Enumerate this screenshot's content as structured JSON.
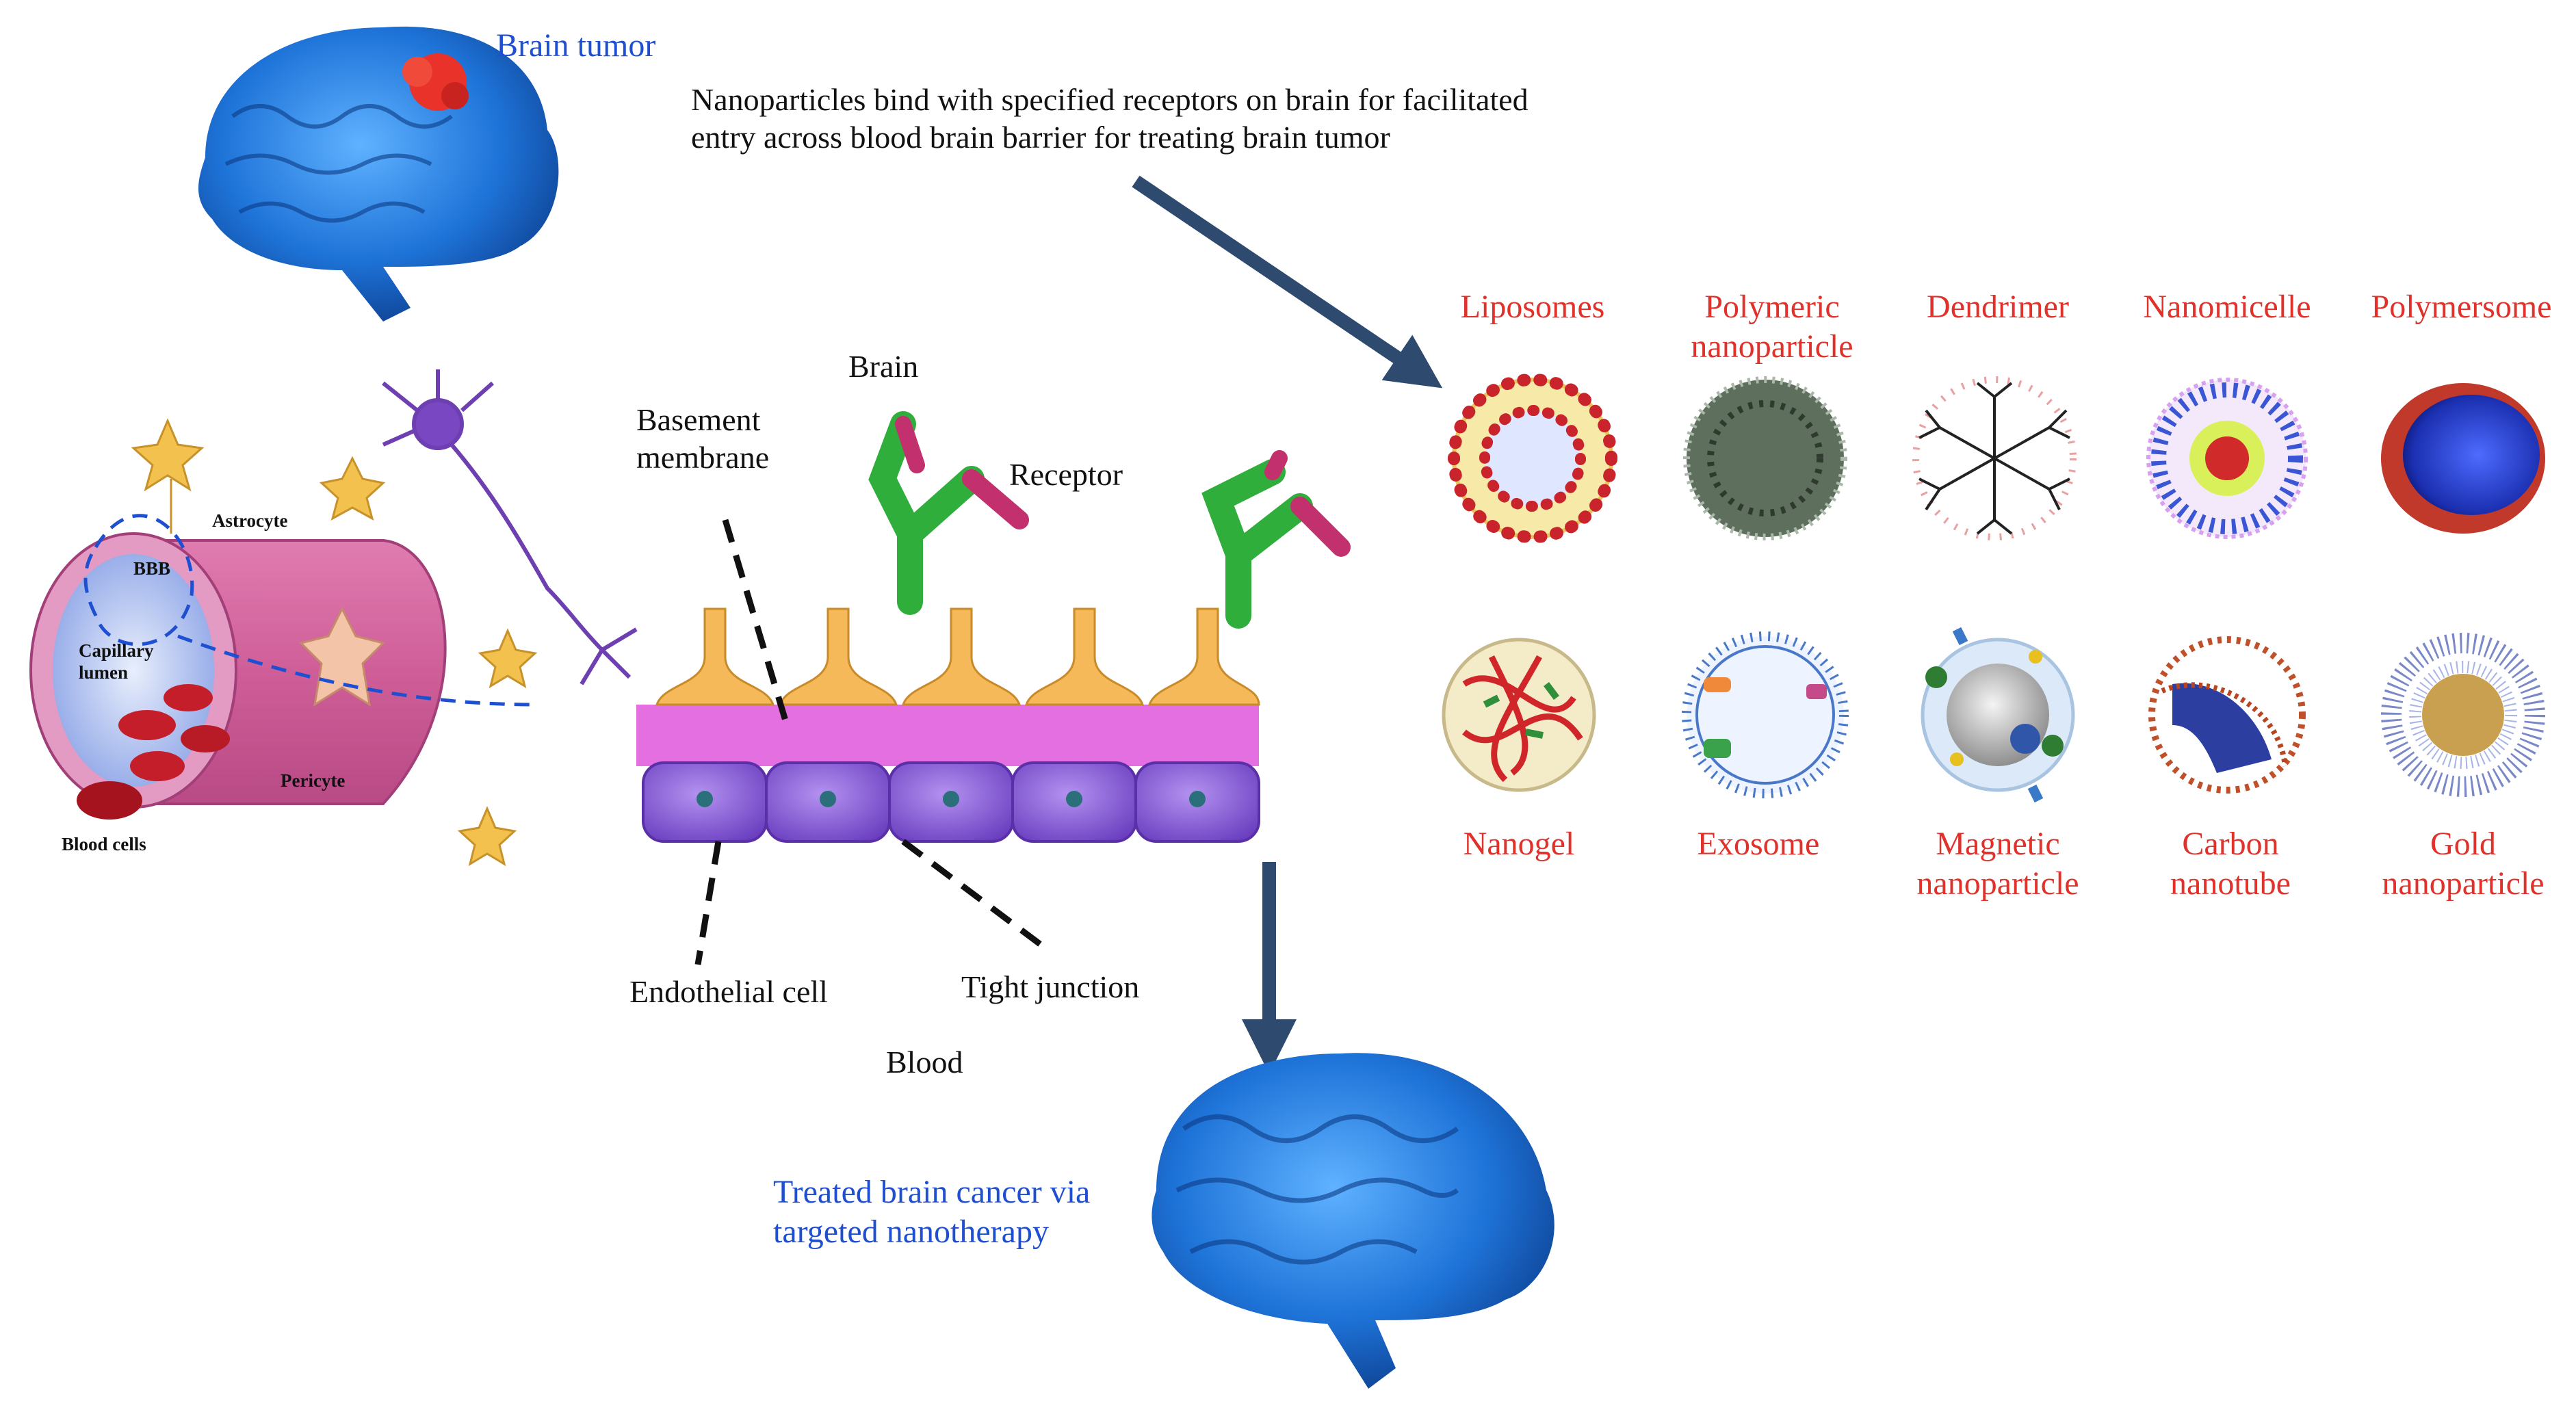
{
  "colors": {
    "accent_red": "#e0312b",
    "accent_blue": "#1f4fd1",
    "arrow": "#2e4a6e",
    "brain": "#1e73d8",
    "vessel": "#d36aa0",
    "endothelial": "#8a5cd1",
    "membrane": "#e36fe0",
    "astrocyte": "#f2c14e",
    "antibody": "#2fae3c"
  },
  "labels": {
    "brain_tumor": "Brain tumor",
    "main_caption": "Nanoparticles bind with specified receptors on brain for facilitated\nentry across blood brain barrier for treating brain tumor",
    "treated": "Treated brain cancer via\ntargeted nanotherapy",
    "bbb": {
      "astrocyte": "Astrocyte",
      "bbb": "BBB",
      "capillary_lumen": "Capillary\nlumen",
      "pericyte": "Pericyte",
      "blood_cells": "Blood cells"
    },
    "barrier": {
      "brain": "Brain",
      "basement_membrane": "Basement\nmembrane",
      "receptor": "Receptor",
      "endothelial_cell": "Endothelial cell",
      "tight_junction": "Tight junction",
      "blood": "Blood"
    }
  },
  "nanoparticles": {
    "row1": [
      "Liposomes",
      "Polymeric\nnanoparticle",
      "Dendrimer",
      "Nanomicelle",
      "Polymersome"
    ],
    "row2": [
      "Nanogel",
      "Exosome",
      "Magnetic\nnanoparticle",
      "Carbon\nnanotube",
      "Gold\nnanoparticle"
    ]
  }
}
